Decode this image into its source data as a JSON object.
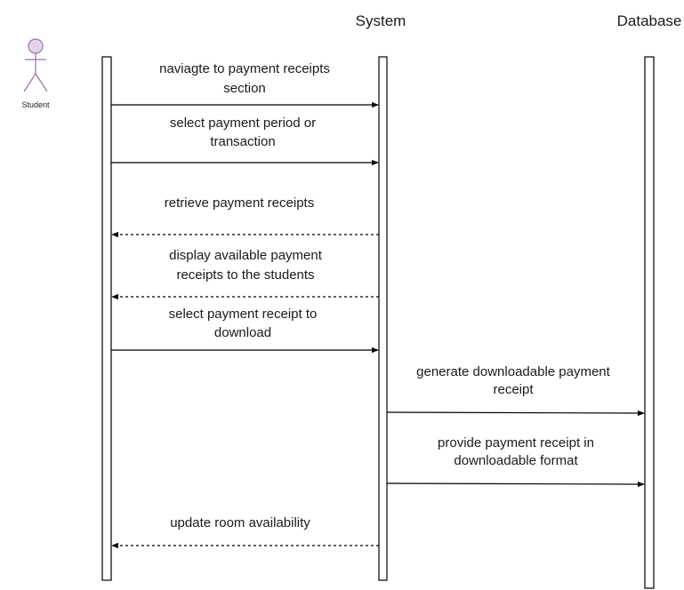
{
  "participants": {
    "system": {
      "title": "System"
    },
    "database": {
      "title": "Database"
    },
    "student": {
      "label": "Student"
    }
  },
  "colors": {
    "actor_fill": "#e1d5e7",
    "actor_stroke": "#9673a6",
    "line": "#000000",
    "text": "#1a1a1a"
  },
  "messages": [
    {
      "lines": [
        "naviagte to payment receipts",
        "section"
      ],
      "from": "student",
      "to": "system",
      "style": "solid"
    },
    {
      "lines": [
        "select payment period or",
        "transaction"
      ],
      "from": "student",
      "to": "system",
      "style": "solid"
    },
    {
      "lines": [
        "retrieve payment receipts"
      ],
      "from": "system",
      "to": "student",
      "style": "dashed"
    },
    {
      "lines": [
        "display available payment",
        "receipts to the students"
      ],
      "from": "system",
      "to": "student",
      "style": "dashed"
    },
    {
      "lines": [
        "select payment receipt to",
        "download"
      ],
      "from": "student",
      "to": "system",
      "style": "solid"
    },
    {
      "lines": [
        "generate downloadable payment",
        "receipt"
      ],
      "from": "system",
      "to": "database",
      "style": "solid"
    },
    {
      "lines": [
        "provide payment receipt in",
        "downloadable format"
      ],
      "from": "system",
      "to": "database",
      "style": "solid"
    },
    {
      "lines": [
        "update room availability"
      ],
      "from": "system",
      "to": "student",
      "style": "dashed"
    }
  ]
}
